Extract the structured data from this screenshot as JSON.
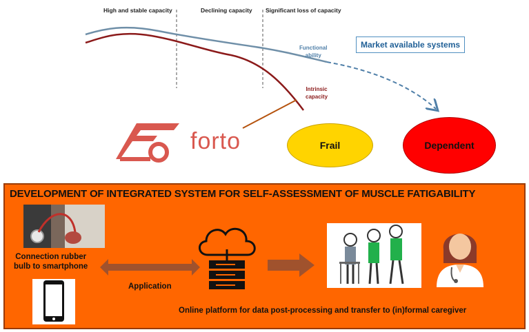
{
  "top_diagram": {
    "phases": [
      "High and stable capacity",
      "Declining capacity",
      "Significant loss of capacity"
    ],
    "functional_label": [
      "Functional",
      "ability"
    ],
    "intrinsic_label": [
      "Intrinsic",
      "capacity"
    ],
    "market_box": "Market available systems",
    "frail": "Frail",
    "dependent": "Dependent",
    "logo_text": "forto"
  },
  "bottom_panel": {
    "title": "DEVELOPMENT OF INTEGRATED SYSTEM FOR SELF-ASSESSMENT OF MUSCLE FATIGABILITY",
    "connection_label_line1": "Connection rubber",
    "connection_label_line2": "bulb to smartphone",
    "application_label": "Application",
    "platform_label": "Online platform for data post-processing  and transfer to (in)formal caregiver"
  },
  "colors": {
    "functional_line": "#6f8fa8",
    "intrinsic_line": "#8b1a1a",
    "panel_bg": "#ff6600",
    "frail": "#ffd400",
    "dependent": "#ff0000",
    "arrow": "#a0522d"
  }
}
